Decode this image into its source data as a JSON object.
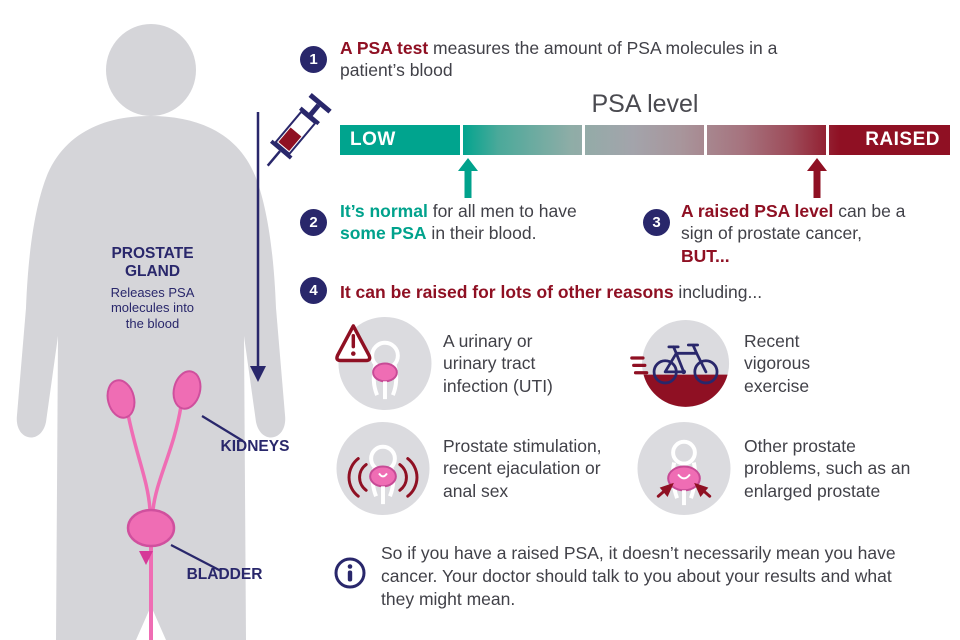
{
  "colors": {
    "navy": "#29276b",
    "maroon": "#8f1023",
    "teal": "#00a28c",
    "pink": "#ef6db4",
    "pink_dark": "#d0509e",
    "silhouette_gray": "#d5d5d9",
    "icon_circle_gray": "#dbdbdf",
    "body_text": "#414148"
  },
  "anatomy": {
    "prostate_title": "PROSTATE GLAND",
    "prostate_desc": "Releases PSA molecules into the blood",
    "kidneys_label": "KIDNEYS",
    "bladder_label": "BLADDER"
  },
  "steps": {
    "s1": {
      "num": "1",
      "bold": "A PSA test",
      "rest": " measures the amount of PSA molecules in a patient’s blood"
    },
    "s2": {
      "num": "2",
      "bold1": "It’s normal",
      "mid": " for all men to have ",
      "bold2": "some PSA",
      "end": " in their blood."
    },
    "s3": {
      "num": "3",
      "bold1": "A raised PSA level",
      "mid": " can be a sign of prostate cancer, ",
      "bold2": "BUT..."
    },
    "s4": {
      "num": "4",
      "bold": "It can be raised for lots of other reasons",
      "rest": " including..."
    }
  },
  "scale": {
    "title": "PSA level",
    "low_label": "LOW",
    "raised_label": "RAISED"
  },
  "reasons": [
    {
      "icon": "warning-uti-icon",
      "text": "A urinary or urinary tract infection (UTI)"
    },
    {
      "icon": "bicycle-icon",
      "text": "Recent vigorous exercise"
    },
    {
      "icon": "prostate-stimulation-icon",
      "text": "Prostate stimulation, recent ejaculation or anal sex"
    },
    {
      "icon": "enlarged-prostate-icon",
      "text": "Other prostate problems, such as an enlarged prostate"
    }
  ],
  "footer": {
    "text": "So if you have a raised PSA, it doesn’t necessarily mean you have cancer. Your doctor should talk to you about your results and what they might mean."
  }
}
